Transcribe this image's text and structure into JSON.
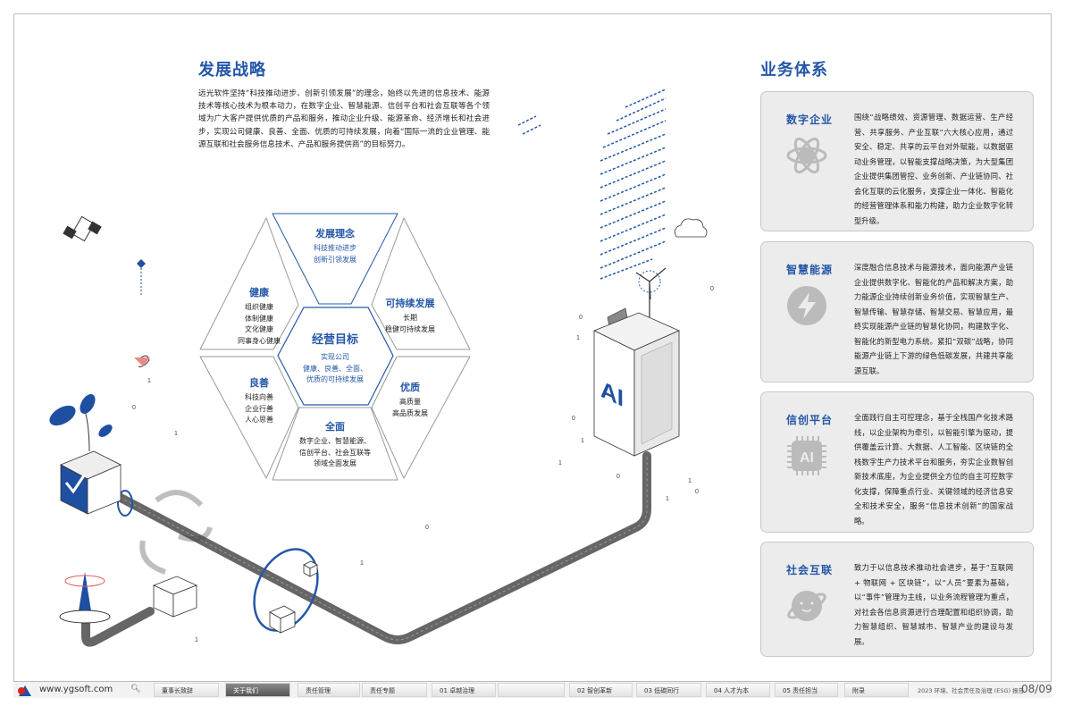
{
  "left": {
    "title": "发展战略",
    "intro": "远光软件坚持“科技推动进步、创新引领发展”的理念，始终以先进的信息技术、能源技术等核心技术为根本动力，在数字企业、智慧能源、信创平台和社会互联等各个领域为广大客户提供优质的产品和服务，推动企业升级、能源革命、经济增长和社会进步，实现公司健康、良善、全面、优质的可持续发展，向着“国际一流的企业管理、能源互联和社会服务信息技术、产品和服务提供商”的目标努力。"
  },
  "hexagon": {
    "top": {
      "title": "发展理念",
      "lines": [
        "科技推动进步",
        "创新引领发展"
      ]
    },
    "upper_left": {
      "title": "健康",
      "lines": [
        "组织健康",
        "体制健康",
        "文化健康",
        "同事身心健康"
      ]
    },
    "upper_right": {
      "title": "可持续发展",
      "lines": [
        "长期",
        "稳健可持续发展"
      ]
    },
    "center": {
      "title": "经营目标",
      "lines": [
        "实现公司",
        "健康、良善、全面、",
        "优质的可持续发展"
      ]
    },
    "lower_left": {
      "title": "良善",
      "lines": [
        "科技向善",
        "企业行善",
        "人心思善"
      ]
    },
    "lower_right": {
      "title": "优质",
      "lines": [
        "高质量",
        "高品质发展"
      ]
    },
    "bottom": {
      "title": "全面",
      "lines": [
        "数字企业、智慧能源、",
        "信创平台、社会互联等",
        "领域全面发展"
      ]
    }
  },
  "illustration": {
    "server_label": "AI"
  },
  "right": {
    "title": "业务体系",
    "cards": [
      {
        "title": "数字企业",
        "icon": "atom-icon",
        "body": "围绕“战略绩效、资源管理、数据运营、生产经营、共享服务、产业互联”六大核心应用，通过安全、稳定、共享的云平台对外赋能，以数据驱动业务管理，以智能支撑战略决策，为大型集团企业提供集团管控、业务创新、产业链协同、社会化互联的云化服务，支撑企业一体化、智能化的经营管理体系和能力构建，助力企业数字化转型升级。"
      },
      {
        "title": "智慧能源",
        "icon": "lightning-icon",
        "body": "深度融合信息技术与能源技术，面向能源产业链企业提供数字化、智能化的产品和解决方案，助力能源企业持续创新业务价值，实现智慧生产、智慧传输、智慧存储、智慧交易、智慧应用，最终实现能源产业链的智慧化协同，构建数字化、智能化的新型电力系统。紧扣“双碳”战略，协同能源产业链上下游的绿色低碳发展，共建共享能源互联。"
      },
      {
        "title": "信创平台",
        "icon": "ai-chip-icon",
        "icon_text": "AI",
        "body": "全面践行自主可控理念，基于全栈国产化技术路线，以企业架构为牵引，以智能引擎为驱动，提供覆盖云计算、大数据、人工智能、区块链的全栈数字生产力技术平台和服务，夯实企业数智创新技术底座，为企业提供全方位的自主可控数字化支撑，保障重点行业、关键领域的经济信息安全和技术安全，服务“信息技术创新”的国家战略。"
      },
      {
        "title": "社会互联",
        "icon": "planet-icon",
        "body": "致力于以信息技术推动社会进步，基于“互联网 + 物联网 + 区块链”，以“人员”要素为基础，以“事件”管理为主线，以业务流程管理为重点，对社会各信息资源进行合理配置和组织协调，助力智慧组织、智慧城市、智慧产业的建设与发展。"
      }
    ]
  },
  "footer": {
    "url": "www.ygsoft.com",
    "tabs": [
      "董事长致辞",
      "关于我们",
      "责任管理",
      "责任专题",
      "01 卓越治理",
      "",
      "02 智创革新",
      "03 低碳同行",
      "04 人才为本",
      "05 责任担当",
      "附录"
    ],
    "active_tab": "关于我们",
    "report": "2023 环境、社会责任及治理 (ESG) 报告",
    "page": "08/09"
  },
  "colors": {
    "accent": "#2457a8",
    "card_bg": "#ececec",
    "pipe": "#666666"
  }
}
